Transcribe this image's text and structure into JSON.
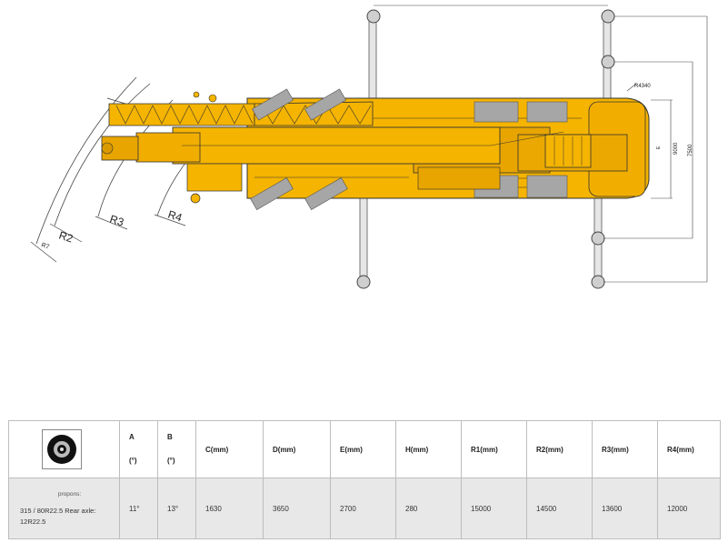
{
  "drawing": {
    "labels": {
      "r2": "R2",
      "r3": "R3",
      "r4": "R4",
      "r7": "R7",
      "r4340": "R4340",
      "d9000": "9000",
      "d7500": "7500",
      "e": "E"
    },
    "colors": {
      "body": "#f5b400",
      "body_dark": "#d99a00",
      "pad": "#a6a6a6",
      "line": "#333333"
    }
  },
  "table": {
    "icon": "tire-icon",
    "headers": {
      "a": "A",
      "a_unit": "(°)",
      "b": "B",
      "b_unit": "(°)",
      "c": "C(mm)",
      "d": "D(mm)",
      "e": "E(mm)",
      "h": "H(mm)",
      "r1": "R1(mm)",
      "r2": "R2(mm)",
      "r3": "R3(mm)",
      "r4": "R4(mm)"
    },
    "row": {
      "tyre_top": "propons:",
      "tyre_main": "315 / 80R22.5 Rear axle: 12R22.5",
      "a": "11°",
      "b": "13°",
      "c": "1630",
      "d": "3650",
      "e": "2700",
      "h": "280",
      "r1": "15000",
      "r2": "14500",
      "r3": "13600",
      "r4": "12000"
    }
  }
}
